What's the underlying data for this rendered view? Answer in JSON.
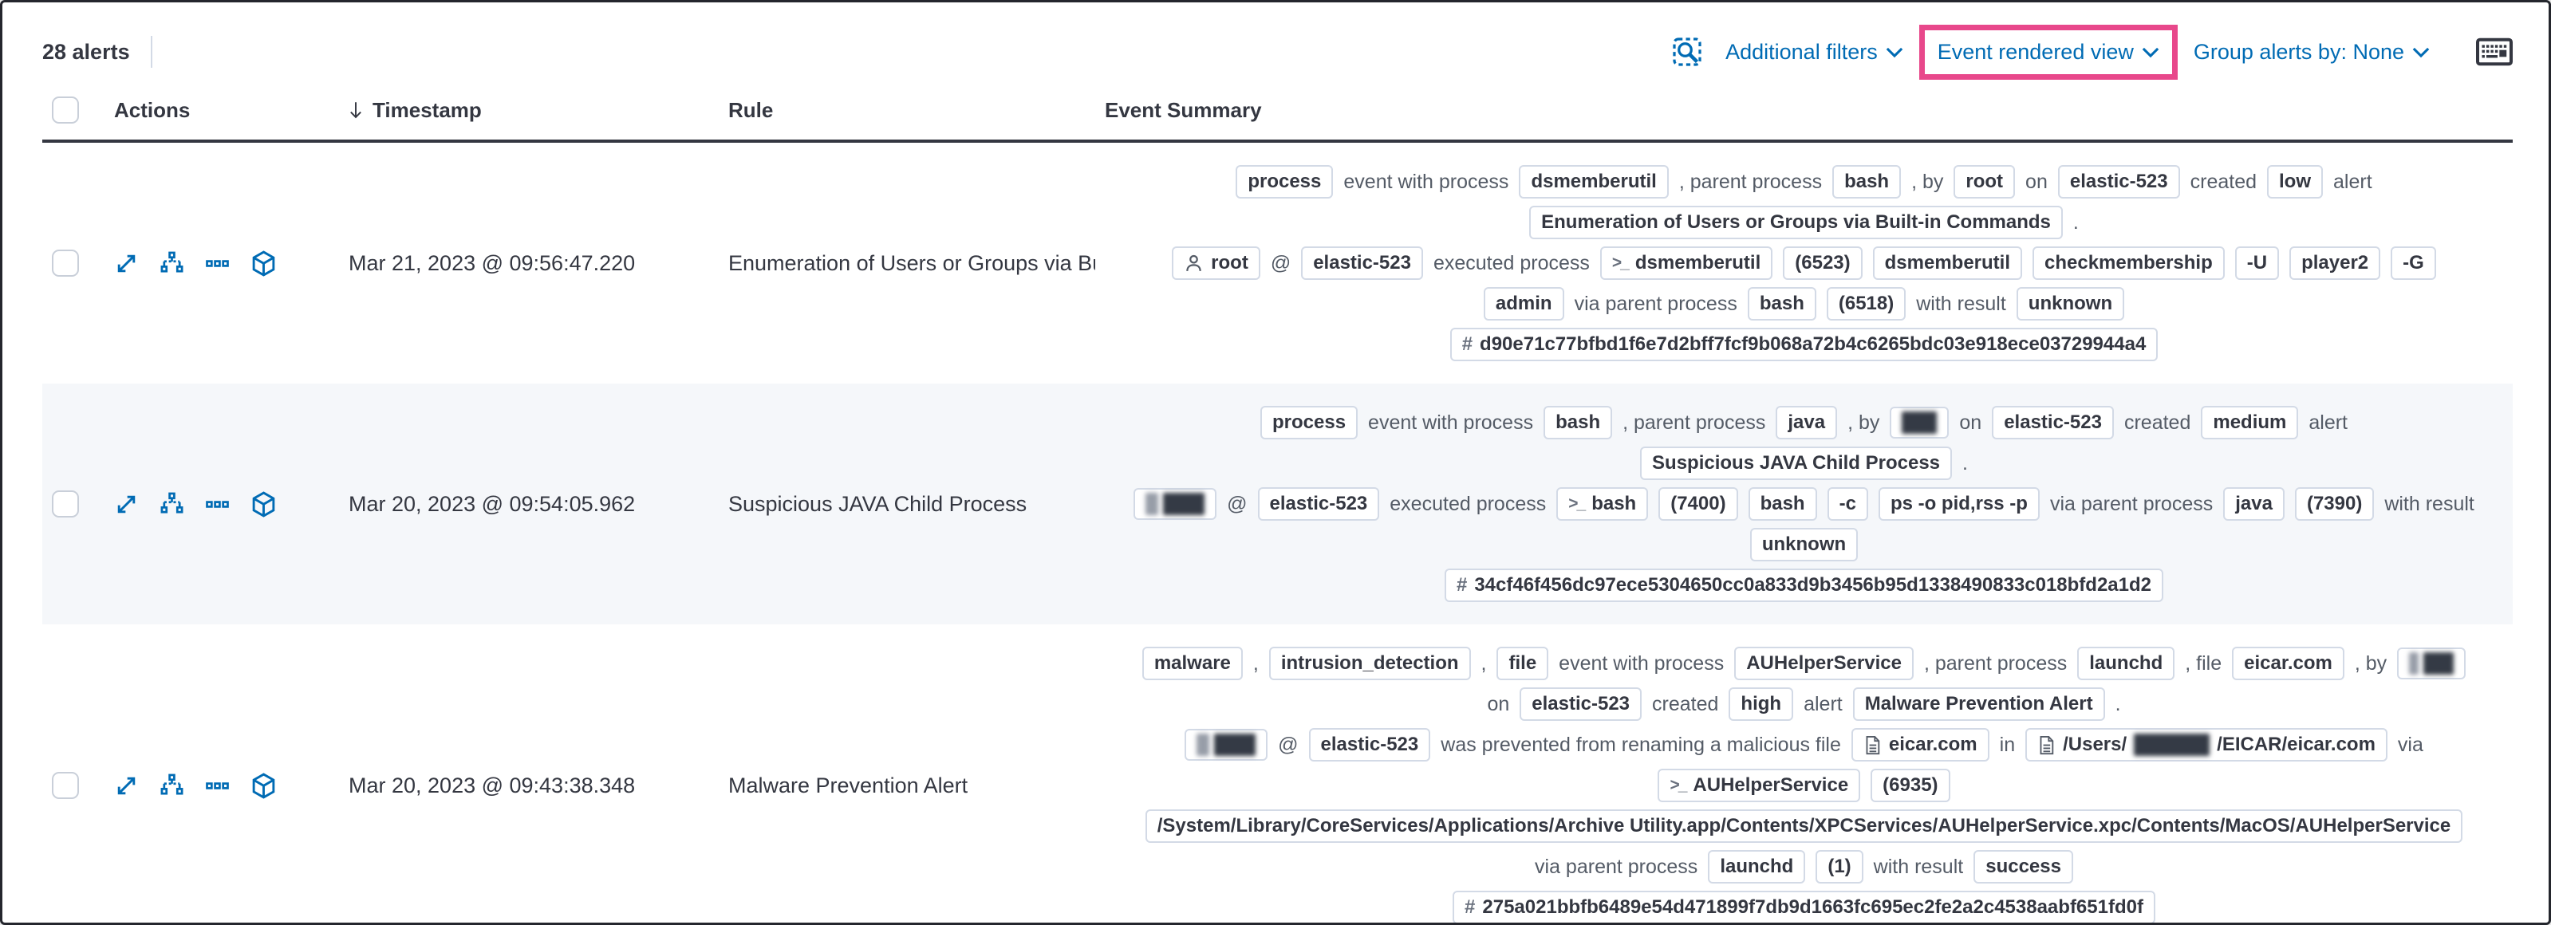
{
  "colors": {
    "accent_blue": "#006bb4",
    "highlight_pink": "#e8488b",
    "row_stripe": "#f5f7fa",
    "text_dark": "#343741",
    "text_grey": "#545b66",
    "badge_border": "#d3dae6"
  },
  "toolbar": {
    "alert_count": "28 alerts",
    "additional_filters_label": "Additional filters",
    "view_selector_label": "Event rendered view",
    "group_by_label": "Group alerts by: None"
  },
  "icons": {
    "inspect": "inspect-icon",
    "keyboard": "keyboard-icon",
    "sort": "sort-down-icon",
    "chevron": "chevron-down-icon",
    "expand": "expand-alert-icon",
    "analyzer": "visual-analyzer-icon",
    "more": "more-actions-icon",
    "session": "session-view-icon",
    "user": "user-icon",
    "terminal": "terminal-icon",
    "file": "document-icon"
  },
  "table": {
    "headers": [
      "Actions",
      "Timestamp",
      "Rule",
      "Event Summary"
    ],
    "rows": [
      {
        "timestamp": "Mar 21, 2023 @ 09:56:47.220",
        "rule": "Enumeration of Users or Groups via Bui",
        "lines": [
          [
            {
              "k": "b",
              "v": "process"
            },
            {
              "k": "t",
              "v": "event with process"
            },
            {
              "k": "b",
              "v": "dsmemberutil"
            },
            {
              "k": "t",
              "v": ", parent process"
            },
            {
              "k": "b",
              "v": "bash"
            },
            {
              "k": "t",
              "v": ", by"
            },
            {
              "k": "b",
              "v": "root"
            },
            {
              "k": "t",
              "v": "on"
            },
            {
              "k": "b",
              "v": "elastic-523"
            },
            {
              "k": "t",
              "v": "created"
            },
            {
              "k": "b",
              "v": "low"
            },
            {
              "k": "t",
              "v": "alert"
            }
          ],
          [
            {
              "k": "b",
              "v": "Enumeration of Users or Groups via Built-in Commands"
            },
            {
              "k": "t",
              "v": "."
            }
          ],
          [
            {
              "k": "bu",
              "v": "root"
            },
            {
              "k": "t",
              "v": "@"
            },
            {
              "k": "b",
              "v": "elastic-523"
            },
            {
              "k": "t",
              "v": "executed process"
            },
            {
              "k": "bt",
              "v": "dsmemberutil"
            },
            {
              "k": "b",
              "v": "(6523)"
            },
            {
              "k": "b",
              "v": "dsmemberutil"
            },
            {
              "k": "b",
              "v": "checkmembership"
            },
            {
              "k": "b",
              "v": "-U"
            },
            {
              "k": "b",
              "v": "player2"
            },
            {
              "k": "b",
              "v": "-G"
            }
          ],
          [
            {
              "k": "b",
              "v": "admin"
            },
            {
              "k": "t",
              "v": "via parent process"
            },
            {
              "k": "b",
              "v": "bash"
            },
            {
              "k": "b",
              "v": "(6518)"
            },
            {
              "k": "t",
              "v": "with result"
            },
            {
              "k": "b",
              "v": "unknown"
            }
          ],
          [
            {
              "k": "bh",
              "v": "d90e71c77bfbd1f6e7d2bff7fcf9b068a72b4c6265bdc03e918ece03729944a4"
            }
          ]
        ]
      },
      {
        "timestamp": "Mar 20, 2023 @ 09:54:05.962",
        "rule": "Suspicious JAVA Child Process",
        "lines": [
          [
            {
              "k": "b",
              "v": "process"
            },
            {
              "k": "t",
              "v": "event with process"
            },
            {
              "k": "b",
              "v": "bash"
            },
            {
              "k": "t",
              "v": ", parent process"
            },
            {
              "k": "b",
              "v": "java"
            },
            {
              "k": "t",
              "v": ", by"
            },
            {
              "k": "r",
              "ws": [
                44
              ]
            },
            {
              "k": "t",
              "v": "on"
            },
            {
              "k": "b",
              "v": "elastic-523"
            },
            {
              "k": "t",
              "v": "created"
            },
            {
              "k": "b",
              "v": "medium"
            },
            {
              "k": "t",
              "v": "alert"
            }
          ],
          [
            {
              "k": "b",
              "v": "Suspicious JAVA Child Process"
            },
            {
              "k": "t",
              "v": "."
            }
          ],
          [
            {
              "k": "r",
              "ws": [
                16,
                52
              ]
            },
            {
              "k": "t",
              "v": "@"
            },
            {
              "k": "b",
              "v": "elastic-523"
            },
            {
              "k": "t",
              "v": "executed process"
            },
            {
              "k": "bt",
              "v": "bash"
            },
            {
              "k": "b",
              "v": "(7400)"
            },
            {
              "k": "b",
              "v": "bash"
            },
            {
              "k": "b",
              "v": "-c"
            },
            {
              "k": "b",
              "v": "ps -o pid,rss -p"
            },
            {
              "k": "t",
              "v": "via parent process"
            },
            {
              "k": "b",
              "v": "java"
            },
            {
              "k": "b",
              "v": "(7390)"
            },
            {
              "k": "t",
              "v": "with result"
            }
          ],
          [
            {
              "k": "b",
              "v": "unknown"
            }
          ],
          [
            {
              "k": "bh",
              "v": "34cf46f456dc97ece5304650cc0a833d9b3456b95d1338490833c018bfd2a1d2"
            }
          ]
        ]
      },
      {
        "timestamp": "Mar 20, 2023 @ 09:43:38.348",
        "rule": "Malware Prevention Alert",
        "lines": [
          [
            {
              "k": "b",
              "v": "malware"
            },
            {
              "k": "t",
              "v": ","
            },
            {
              "k": "b",
              "v": "intrusion_detection"
            },
            {
              "k": "t",
              "v": ","
            },
            {
              "k": "b",
              "v": "file"
            },
            {
              "k": "t",
              "v": "event with process"
            },
            {
              "k": "b",
              "v": "AUHelperService"
            },
            {
              "k": "t",
              "v": ", parent process"
            },
            {
              "k": "b",
              "v": "launchd"
            },
            {
              "k": "t",
              "v": ", file"
            },
            {
              "k": "b",
              "v": "eicar.com"
            },
            {
              "k": "t",
              "v": ", by"
            },
            {
              "k": "r",
              "ws": [
                12,
                38
              ]
            }
          ],
          [
            {
              "k": "t",
              "v": "on"
            },
            {
              "k": "b",
              "v": "elastic-523"
            },
            {
              "k": "t",
              "v": "created"
            },
            {
              "k": "b",
              "v": "high"
            },
            {
              "k": "t",
              "v": "alert"
            },
            {
              "k": "b",
              "v": "Malware Prevention Alert"
            },
            {
              "k": "t",
              "v": "."
            }
          ],
          [
            {
              "k": "r",
              "ws": [
                16,
                52
              ]
            },
            {
              "k": "t",
              "v": "@"
            },
            {
              "k": "b",
              "v": "elastic-523"
            },
            {
              "k": "t",
              "v": "was prevented from renaming a malicious file"
            },
            {
              "k": "bf",
              "v": "eicar.com"
            },
            {
              "k": "t",
              "v": "in"
            },
            {
              "k": "bm",
              "parts": [
                {
                  "t": "/Users/"
                },
                {
                  "r": 95
                },
                {
                  "t": "/EICAR/eicar.com"
                }
              ]
            },
            {
              "k": "t",
              "v": "via"
            }
          ],
          [
            {
              "k": "bt",
              "v": "AUHelperService"
            },
            {
              "k": "b",
              "v": "(6935)"
            }
          ],
          [
            {
              "k": "b",
              "v": "/System/Library/CoreServices/Applications/Archive Utility.app/Contents/XPCServices/AUHelperService.xpc/Contents/MacOS/AUHelperService"
            }
          ],
          [
            {
              "k": "t",
              "v": "via parent process"
            },
            {
              "k": "b",
              "v": "launchd"
            },
            {
              "k": "b",
              "v": "(1)"
            },
            {
              "k": "t",
              "v": "with result"
            },
            {
              "k": "b",
              "v": "success"
            }
          ],
          [
            {
              "k": "bh",
              "v": "275a021bbfb6489e54d471899f7db9d1663fc695ec2fe2a2c4538aabf651fd0f"
            }
          ]
        ]
      }
    ]
  }
}
